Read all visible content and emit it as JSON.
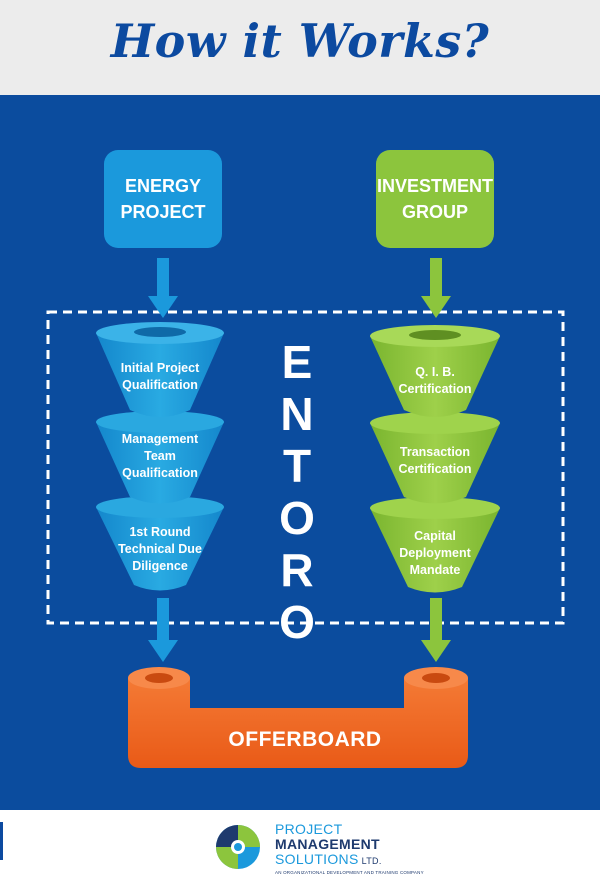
{
  "header": {
    "title": "How it Works?"
  },
  "left_column": {
    "top_box": [
      "ENERGY",
      "PROJECT"
    ],
    "stages": [
      [
        "Initial Project",
        "Qualification"
      ],
      [
        "Management",
        "Team",
        "Qualification"
      ],
      [
        "1st Round",
        "Technical Due",
        "Diligence"
      ]
    ]
  },
  "right_column": {
    "top_box": [
      "INVESTMENT",
      "GROUP"
    ],
    "stages": [
      [
        "Q. I. B.",
        "Certification"
      ],
      [
        "Transaction",
        "Certification"
      ],
      [
        "Capital",
        "Deployment",
        "Mandate"
      ]
    ]
  },
  "center": {
    "letters": [
      "E",
      "N",
      "T",
      "O",
      "R",
      "O"
    ]
  },
  "bottom": {
    "label": "OFFERBOARD"
  },
  "footer": {
    "logo_line1": "PROJECT",
    "logo_line2": "MANAGEMENT",
    "logo_line3": "SOLUTIONS",
    "logo_suffix": "LTD.",
    "logo_tagline": "AN ORGANIZATIONAL DEVELOPMENT AND TRAINING COMPANY"
  },
  "colors": {
    "panel_bg": "#0b4c9e",
    "left_accent": "#1b99dc",
    "right_accent": "#8cc53d",
    "offerboard": "#f26522",
    "title": "#0c4aa0"
  }
}
